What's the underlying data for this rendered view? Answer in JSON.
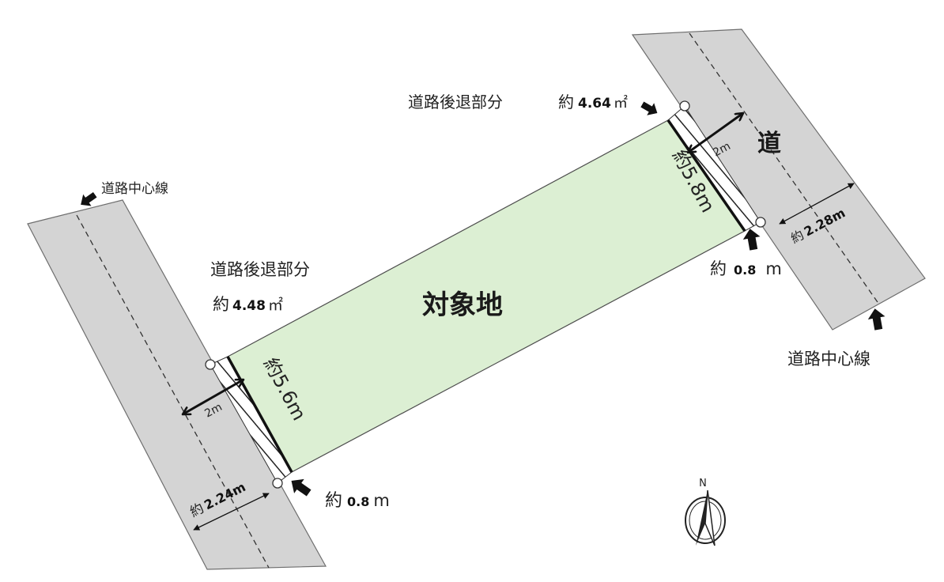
{
  "site": {
    "label": "対象地",
    "fill": "#dcefd3",
    "outline": "#4d4d4d"
  },
  "road": {
    "fill": "#d4d4d4",
    "outline": "#6e6e6e"
  },
  "left": {
    "centerline_label": "道路中心線",
    "setback_label": "道路後退部分",
    "area_prefix": "約",
    "area_value": "4.48",
    "area_unit": "㎡",
    "frontage_text": "約5.6m",
    "offset_text": "2m",
    "road_width_prefix": "約",
    "road_width_value": "2.24m",
    "corner_prefix": "約",
    "corner_value": "0.8",
    "corner_unit": "m"
  },
  "right": {
    "road_name": "道",
    "centerline_label": "道路中心線",
    "setback_label": "道路後退部分",
    "area_prefix": "約",
    "area_value": "4.64",
    "area_unit": "㎡",
    "frontage_text": "約5.8m",
    "offset_text": "2m",
    "road_width_prefix": "約",
    "road_width_value": "2.28m",
    "corner_prefix": "約",
    "corner_value": "0.8",
    "corner_unit": "m"
  },
  "compass": {
    "north_label": "N",
    "icon": "compass-north-icon"
  }
}
